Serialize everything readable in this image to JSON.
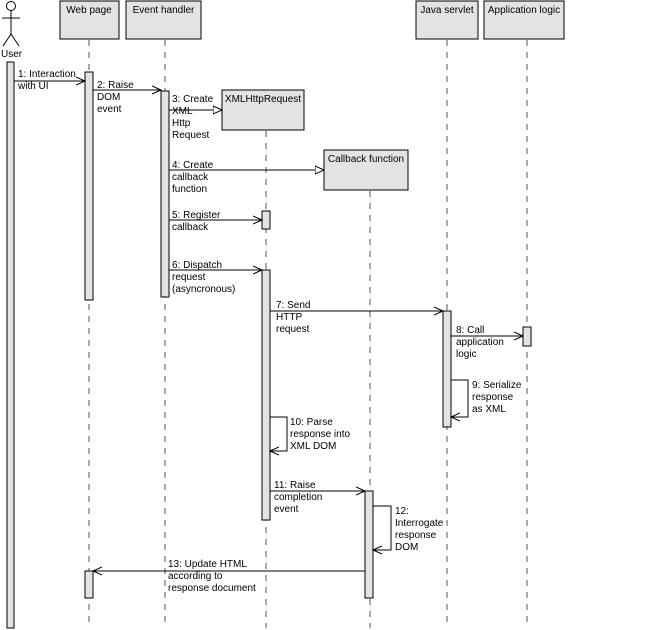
{
  "participants": {
    "user": "User",
    "web_page": "Web page",
    "event_handler": "Event handler",
    "xhr": "XMLHttpRequest",
    "callback": "Callback function",
    "servlet": "Java servlet",
    "app_logic": "Application logic"
  },
  "messages": [
    {
      "id": "m1",
      "lines": [
        "1: Interaction",
        "with UI"
      ]
    },
    {
      "id": "m2",
      "lines": [
        "2: Raise",
        "DOM",
        "event"
      ]
    },
    {
      "id": "m3",
      "lines": [
        "3: Create",
        "XML",
        "Http",
        "Request"
      ]
    },
    {
      "id": "m4",
      "lines": [
        "4: Create",
        "callback",
        "function"
      ]
    },
    {
      "id": "m5",
      "lines": [
        "5: Register",
        "callback"
      ]
    },
    {
      "id": "m6",
      "lines": [
        "6: Dispatch",
        "request",
        "(asyncronous)"
      ]
    },
    {
      "id": "m7",
      "lines": [
        "7: Send",
        "HTTP",
        "request"
      ]
    },
    {
      "id": "m8",
      "lines": [
        "8: Call",
        "application",
        "logic"
      ]
    },
    {
      "id": "m9",
      "lines": [
        "9: Serialize",
        "response",
        "as XML"
      ]
    },
    {
      "id": "m10",
      "lines": [
        "10: Parse",
        "response into",
        "XML DOM"
      ]
    },
    {
      "id": "m11",
      "lines": [
        "11: Raise",
        "completion",
        "event"
      ]
    },
    {
      "id": "m12",
      "lines": [
        "12:",
        "Interrogate",
        "response",
        "DOM"
      ]
    },
    {
      "id": "m13",
      "lines": [
        "13: Update HTML",
        "according to",
        "response document"
      ]
    }
  ]
}
